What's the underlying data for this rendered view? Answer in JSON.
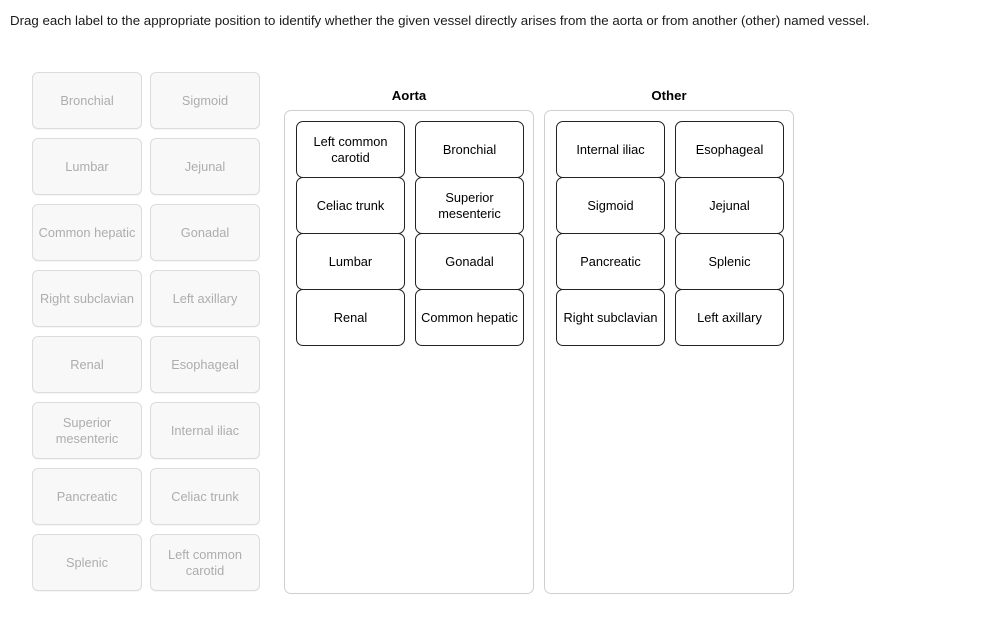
{
  "instruction": "Drag each label to the appropriate position to identify whether the given vessel directly arises from the aorta or from another (other) named vessel.",
  "colors": {
    "page_background": "#ffffff",
    "bank_tile_background": "#f8f8f8",
    "bank_tile_border": "#dcdcdc",
    "bank_tile_text": "#adadad",
    "placed_tile_background": "#ffffff",
    "placed_tile_border": "#222222",
    "placed_tile_text": "#000000",
    "dropzone_border": "#cfcfcf",
    "text": "#1a1a1a"
  },
  "label_bank": {
    "columns": [
      {
        "items": [
          {
            "label": "Bronchial"
          },
          {
            "label": "Lumbar"
          },
          {
            "label": "Common hepatic"
          },
          {
            "label": "Right subclavian"
          },
          {
            "label": "Renal"
          },
          {
            "label": "Superior mesenteric"
          },
          {
            "label": "Pancreatic"
          },
          {
            "label": "Splenic"
          }
        ]
      },
      {
        "items": [
          {
            "label": "Sigmoid"
          },
          {
            "label": "Jejunal"
          },
          {
            "label": "Gonadal"
          },
          {
            "label": "Left axillary"
          },
          {
            "label": "Esophageal"
          },
          {
            "label": "Internal iliac"
          },
          {
            "label": "Celiac trunk"
          },
          {
            "label": "Left common carotid"
          }
        ]
      }
    ]
  },
  "dropzones": [
    {
      "title": "Aorta",
      "columns": [
        {
          "items": [
            {
              "label": "Left common carotid"
            },
            {
              "label": "Celiac trunk"
            },
            {
              "label": "Lumbar"
            },
            {
              "label": "Renal"
            }
          ]
        },
        {
          "items": [
            {
              "label": "Bronchial"
            },
            {
              "label": "Superior mesenteric"
            },
            {
              "label": "Gonadal"
            },
            {
              "label": "Common hepatic"
            }
          ]
        }
      ]
    },
    {
      "title": "Other",
      "columns": [
        {
          "items": [
            {
              "label": "Internal iliac"
            },
            {
              "label": "Sigmoid"
            },
            {
              "label": "Pancreatic"
            },
            {
              "label": "Right subclavian"
            }
          ]
        },
        {
          "items": [
            {
              "label": "Esophageal"
            },
            {
              "label": "Jejunal"
            },
            {
              "label": "Splenic"
            },
            {
              "label": "Left axillary"
            }
          ]
        }
      ]
    }
  ]
}
